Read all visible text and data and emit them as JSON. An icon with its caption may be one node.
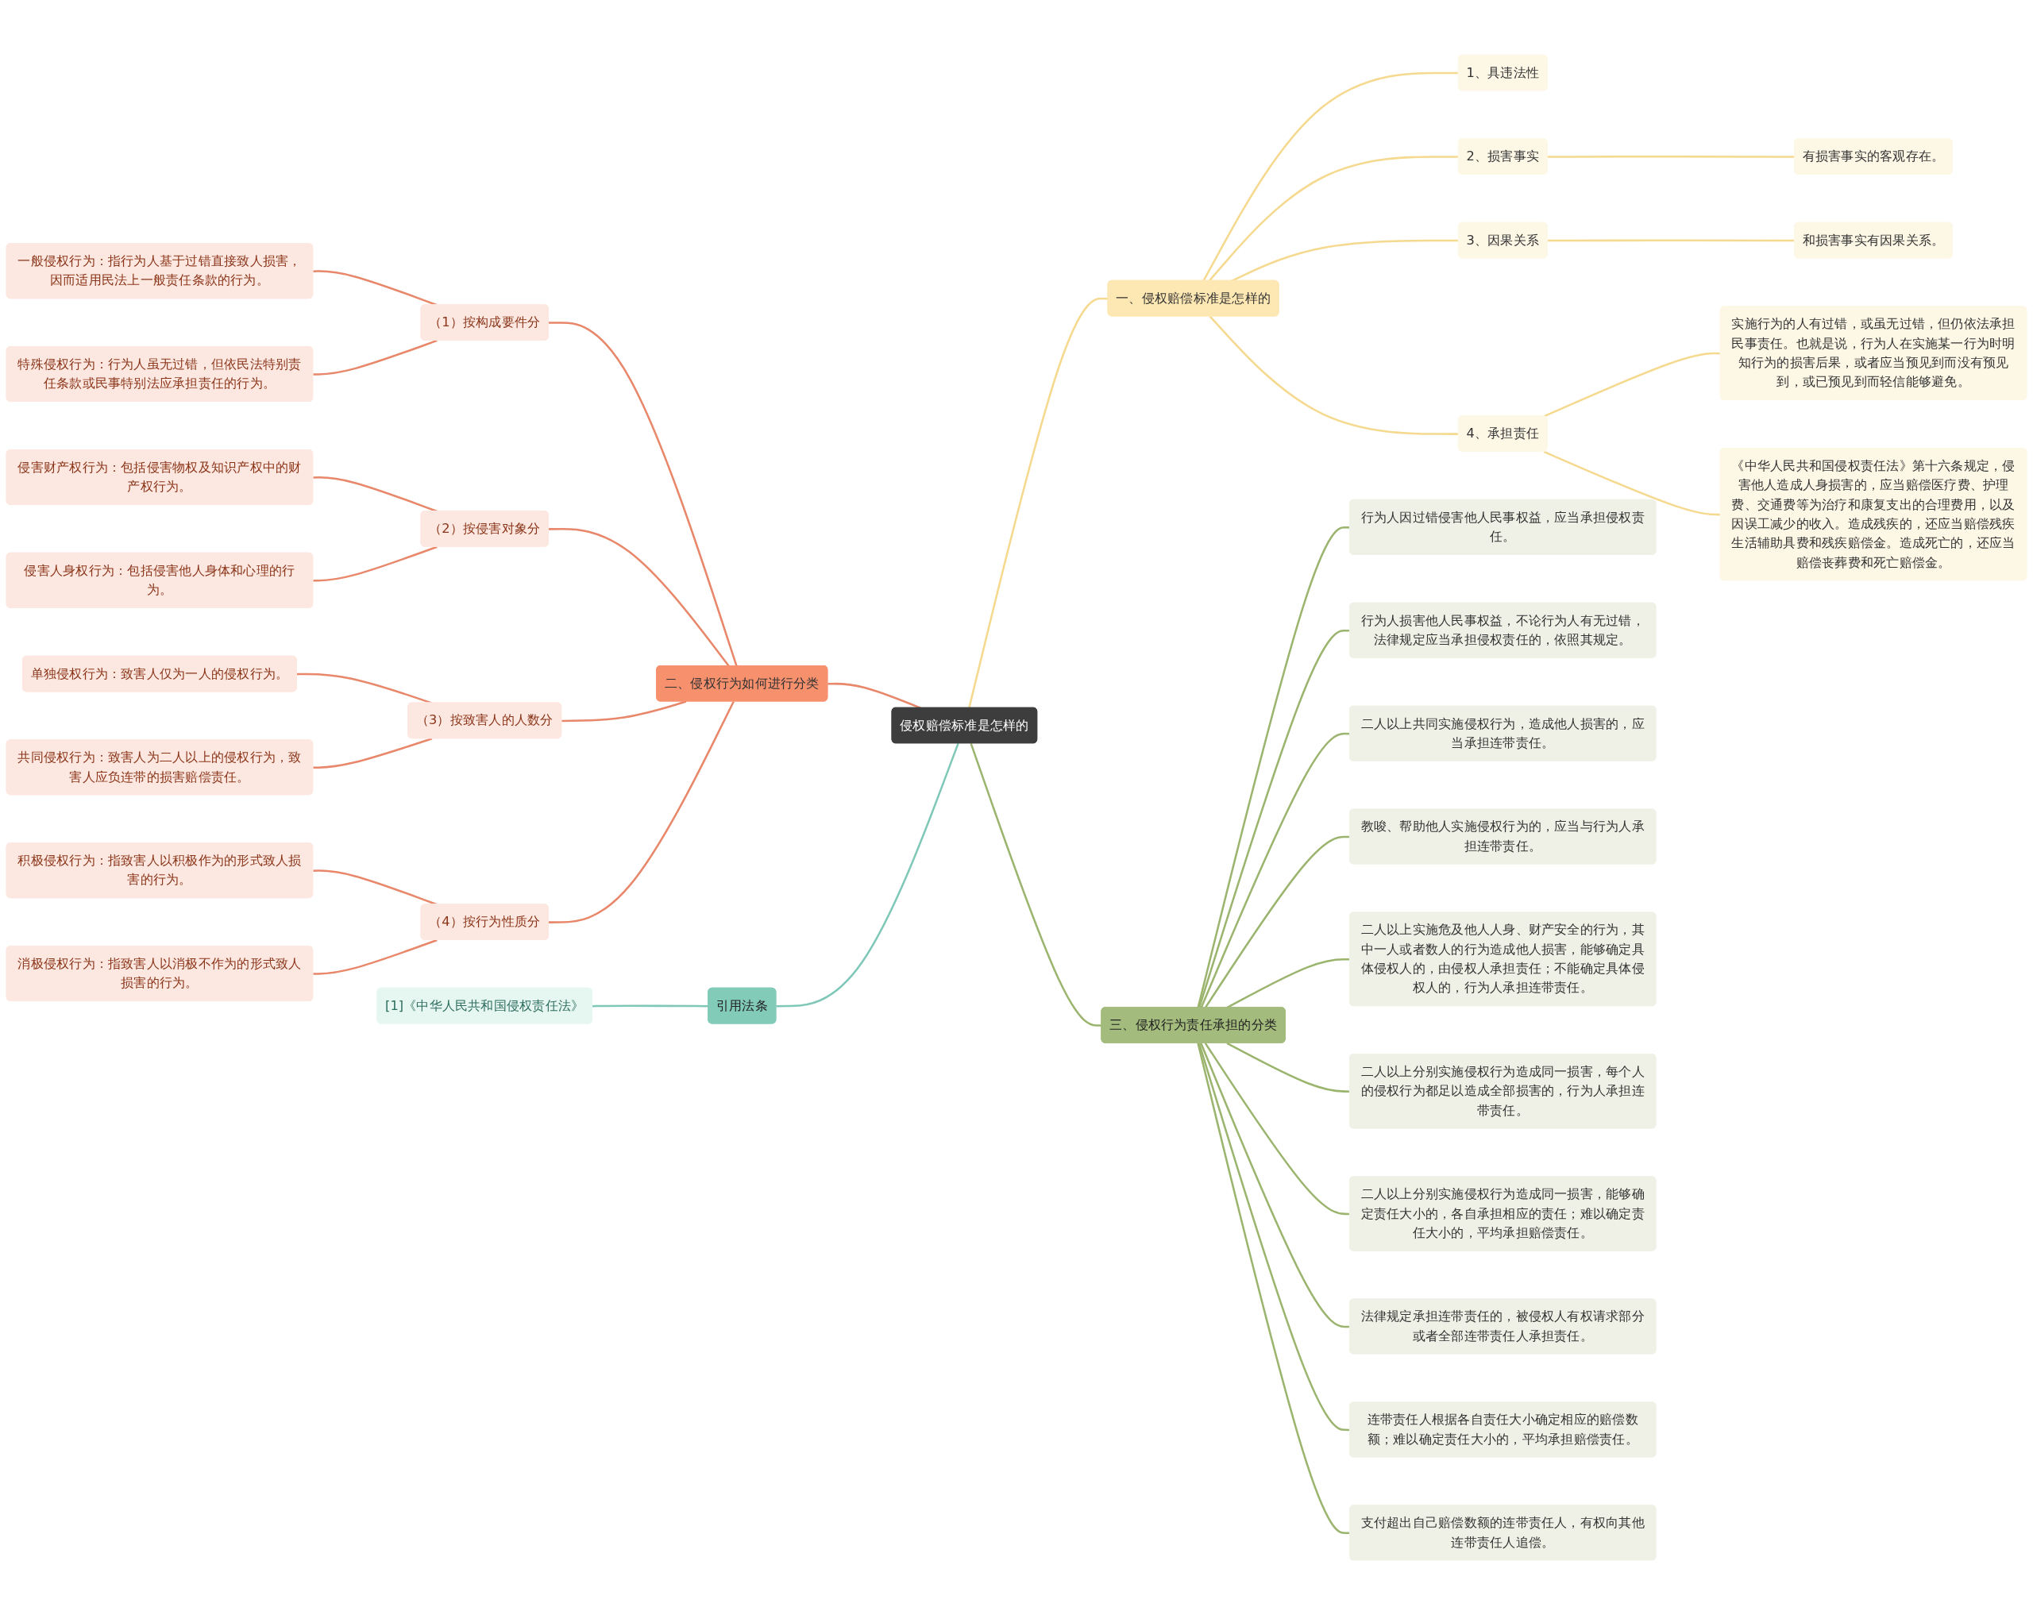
{
  "diagram": {
    "nodes": [
      {
        "text": [
          "侵权赔偿标准是怎样的"
        ]
      },
      {
        "text": [
          "一、侵权赔偿标准是怎样的"
        ]
      },
      {
        "text": [
          "1、具违法性"
        ]
      },
      {
        "text": [
          "2、损害事实"
        ]
      },
      {
        "text": [
          "有损害事实的客观存在。"
        ]
      },
      {
        "text": [
          "3、因果关系"
        ]
      },
      {
        "text": [
          "和损害事实有因果关系。"
        ]
      },
      {
        "text": [
          "4、承担责任"
        ]
      },
      {
        "text": [
          "实施行为的人有过错，或虽无过错，但仍依法承担民事责任。也就是说，行为人在实施某一行为时明知行为的损害后果，或者应当预见到而没有预见到，或已预见到而轻信能够避免。"
        ]
      },
      {
        "text": [
          "《中华人民共和国侵权责任法》第十六条规定，侵害他人造成人身损害的，应当赔偿医疗费、护理费、交通费等为治疗和康复支出的合理费用，以及因误工减少的收入。造成残疾的，还应当赔偿残疾生活辅助具费和残疾赔偿金。造成死亡的，还应当赔偿丧葬费和死亡赔偿金。"
        ]
      },
      {
        "text": [
          "二、侵权行为如何进行分类"
        ]
      },
      {
        "text": [
          "（1）按构成要件分"
        ]
      },
      {
        "text": [
          "一般侵权行为：指行为人基于过错直接致人损害，因而适用民法上一般责任条款的行为。"
        ]
      },
      {
        "text": [
          "特殊侵权行为：行为人虽无过错，但依民法特别责任条款或民事特别法应承担责任的行为。"
        ]
      },
      {
        "text": [
          "（2）按侵害对象分"
        ]
      },
      {
        "text": [
          "侵害财产权行为：包括侵害物权及知识产权中的财产权行为。"
        ]
      },
      {
        "text": [
          "侵害人身权行为：包括侵害他人身体和心理的行为。"
        ]
      },
      {
        "text": [
          "（3）按致害人的人数分"
        ]
      },
      {
        "text": [
          "单独侵权行为：致害人仅为一人的侵权行为。"
        ]
      },
      {
        "text": [
          "共同侵权行为：致害人为二人以上的侵权行为，致害人应负连带的损害赔偿责任。"
        ]
      },
      {
        "text": [
          "（4）按行为性质分"
        ]
      },
      {
        "text": [
          "积极侵权行为：指致害人以积极作为的形式致人损害的行为。"
        ]
      },
      {
        "text": [
          "消极侵权行为：指致害人以消极不作为的形式致人损害的行为。"
        ]
      },
      {
        "text": [
          "引用法条"
        ]
      },
      {
        "text": [
          "[1]《中华人民共和国侵权责任法》"
        ]
      },
      {
        "text": [
          "三、侵权行为责任承担的分类"
        ]
      },
      {
        "text": [
          "行为人因过错侵害他人民事权益，应当承担侵权责任。"
        ]
      },
      {
        "text": [
          "行为人损害他人民事权益，不论行为人有无过错，法律规定应当承担侵权责任的，依照其规定。"
        ]
      },
      {
        "text": [
          "二人以上共同实施侵权行为，造成他人损害的，应当承担连带责任。"
        ]
      },
      {
        "text": [
          "教唆、帮助他人实施侵权行为的，应当与行为人承担连带责任。"
        ]
      },
      {
        "text": [
          "二人以上实施危及他人人身、财产安全的行为，其中一人或者数人的行为造成他人损害，能够确定具体侵权人的，由侵权人承担责任；不能确定具体侵权人的，行为人承担连带责任。"
        ]
      },
      {
        "text": [
          "二人以上分别实施侵权行为造成同一损害，每个人的侵权行为都足以造成全部损害的，行为人承担连带责任。"
        ]
      },
      {
        "text": [
          "二人以上分别实施侵权行为造成同一损害，能够确定责任大小的，各自承担相应的责任；难以确定责任大小的，平均承担赔偿责任。"
        ]
      },
      {
        "text": [
          "法律规定承担连带责任的，被侵权人有权请求部分或者全部连带责任人承担责任。"
        ]
      },
      {
        "text": [
          "连带责任人根据各自责任大小确定相应的赔偿数额；难以确定责任大小的，平均承担赔偿责任。"
        ]
      },
      {
        "text": [
          "支付超出自己赔偿数额的连带责任人，有权向其他连带责任人追偿。"
        ]
      }
    ],
    "edges": [
      {
        "from": 0,
        "to": 1,
        "arrow": "none",
        "color": "#f5d98f"
      },
      {
        "from": 1,
        "to": 2,
        "arrow": "none",
        "color": "#f5d98f"
      },
      {
        "from": 1,
        "to": 3,
        "arrow": "none",
        "color": "#f5d98f"
      },
      {
        "from": 3,
        "to": 4,
        "arrow": "none",
        "color": "#f5d98f"
      },
      {
        "from": 1,
        "to": 5,
        "arrow": "none",
        "color": "#f5d98f"
      },
      {
        "from": 5,
        "to": 6,
        "arrow": "none",
        "color": "#f5d98f"
      },
      {
        "from": 1,
        "to": 7,
        "arrow": "none",
        "color": "#f5d98f"
      },
      {
        "from": 7,
        "to": 8,
        "arrow": "none",
        "color": "#f5d98f"
      },
      {
        "from": 7,
        "to": 9,
        "arrow": "none",
        "color": "#f5d98f"
      },
      {
        "from": 10,
        "to": 0,
        "arrow": "none"
      },
      {
        "from": 11,
        "to": 10,
        "arrow": "none"
      },
      {
        "from": 12,
        "to": 11,
        "arrow": "none"
      },
      {
        "from": 13,
        "to": 11,
        "arrow": "none"
      },
      {
        "from": 14,
        "to": 10,
        "arrow": "none"
      },
      {
        "from": 15,
        "to": 14,
        "arrow": "none"
      },
      {
        "from": 16,
        "to": 14,
        "arrow": "none"
      },
      {
        "from": 17,
        "to": 10,
        "arrow": "none"
      },
      {
        "from": 18,
        "to": 17,
        "arrow": "none"
      },
      {
        "from": 19,
        "to": 17,
        "arrow": "none"
      },
      {
        "from": 20,
        "to": 10,
        "arrow": "none"
      },
      {
        "from": 21,
        "to": 20,
        "arrow": "none"
      },
      {
        "from": 22,
        "to": 20,
        "arrow": "none"
      },
      {
        "from": 23,
        "to": 0,
        "arrow": "none",
        "color": "#7fc8b8"
      },
      {
        "from": 24,
        "to": 23,
        "arrow": "none",
        "color": "#7fc8b8"
      },
      {
        "from": 0,
        "to": 25,
        "arrow": "none",
        "color": "#9bb46e"
      },
      {
        "from": 25,
        "to": 26,
        "arrow": "none",
        "color": "#9bb46e"
      },
      {
        "from": 25,
        "to": 27,
        "arrow": "none",
        "color": "#9bb46e"
      },
      {
        "from": 25,
        "to": 28,
        "arrow": "none",
        "color": "#9bb46e"
      },
      {
        "from": 25,
        "to": 29,
        "arrow": "none",
        "color": "#9bb46e"
      },
      {
        "from": 25,
        "to": 30,
        "arrow": "none",
        "color": "#9bb46e"
      },
      {
        "from": 25,
        "to": 31,
        "arrow": "none",
        "color": "#9bb46e"
      },
      {
        "from": 25,
        "to": 32,
        "arrow": "none",
        "color": "#9bb46e"
      },
      {
        "from": 25,
        "to": 33,
        "arrow": "none",
        "color": "#9bb46e"
      },
      {
        "from": 25,
        "to": 34,
        "arrow": "none",
        "color": "#9bb46e"
      },
      {
        "from": 25,
        "to": 35,
        "arrow": "none",
        "color": "#9bb46e"
      }
    ]
  }
}
